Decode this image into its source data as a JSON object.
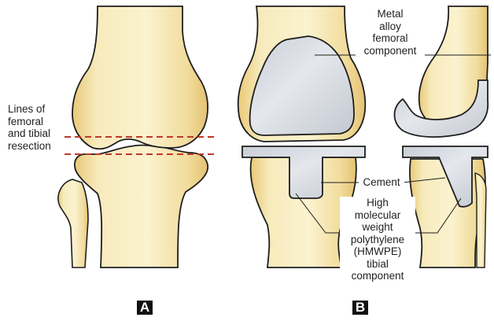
{
  "panels": {
    "a": {
      "badge": "A"
    },
    "b": {
      "badge": "B"
    }
  },
  "labels": {
    "resection": [
      "Lines of",
      "femoral",
      "and tibial",
      "resection"
    ],
    "femoral_component": [
      "Metal",
      "alloy",
      "femoral",
      "component"
    ],
    "cement": "Cement",
    "tibial_component": [
      "High",
      "molecular",
      "weight",
      "polythylene",
      "(HMWPE)",
      "tibial",
      "component"
    ]
  },
  "colors": {
    "bone_fill": "#f6e8b8",
    "bone_shade": "#e6c77f",
    "bone_outline": "#1e1e1e",
    "metal": "#d4d8de",
    "resection_line": "#c0392b"
  }
}
